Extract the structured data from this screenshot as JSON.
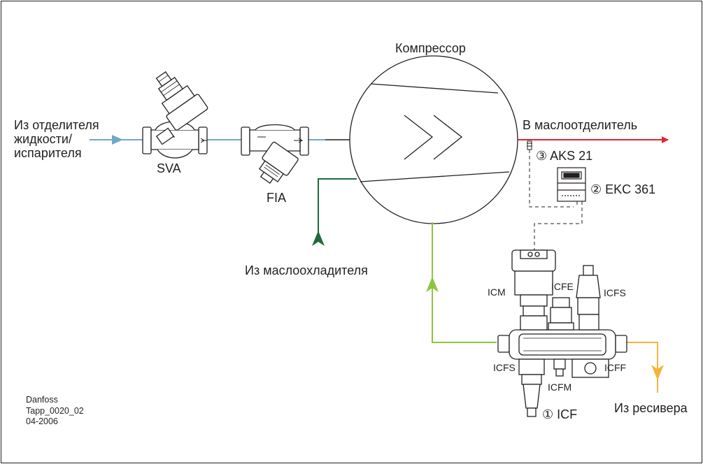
{
  "labels": {
    "compressor": "Компрессор",
    "inlet_line1": "Из отделителя",
    "inlet_line2": "жидкости/",
    "inlet_line3": "испарителя",
    "svalve": "SVA",
    "filter": "FIA",
    "outlet": "В маслоотделитель",
    "aks": "③ AKS 21",
    "ekc": "② EKC 361",
    "oil_cooler": "Из маслоохладителя",
    "icm": "ICM",
    "icfe": "ICFE",
    "icfs_top": "ICFS",
    "icfs_bottom": "ICFS",
    "icff": "ICFF",
    "icfm": "ICFM",
    "icf": "① ICF",
    "receiver": "Из ресивера"
  },
  "footer": {
    "line1": "Danfoss",
    "line2": "Tapp_0020_02",
    "line3": "04-2006"
  },
  "colors": {
    "suction_line": "#6fa8c9",
    "outlet_line": "#e3262c",
    "oil_line": "#1e6b3a",
    "liquid_line": "#8cc63f",
    "receiver_line": "#f4b43a",
    "stroke": "#231f20"
  },
  "icons": [
    "svalve-icon",
    "filter-icon",
    "compressor-icon",
    "icm-actuator-icon",
    "icf-valve-station-icon",
    "aks21-sensor-icon",
    "ekc361-controller-icon"
  ]
}
